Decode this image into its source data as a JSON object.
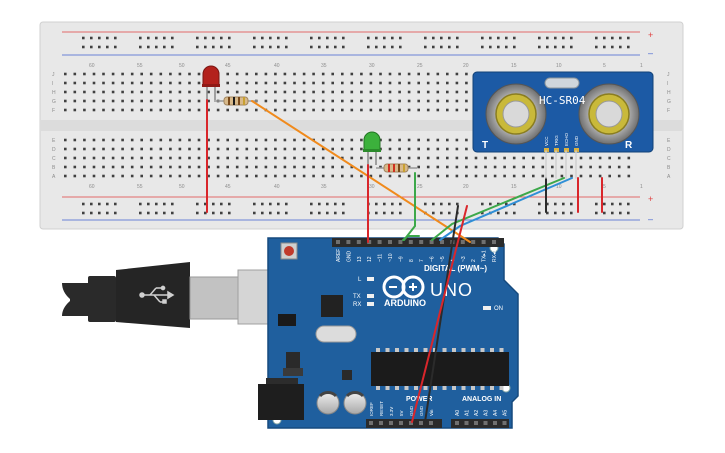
{
  "colors": {
    "breadboard": "#e6e6e6",
    "breadboard_edge": "#d2d2d2",
    "hole": "#3c3c3c",
    "rail_red": "#e04040",
    "rail_blue": "#4060d0",
    "arduino": "#1f5f9e",
    "arduino_dark": "#164a7e",
    "sensor": "#1c5aa5",
    "wire_red": "#d9262b",
    "wire_black": "#2b2b2b",
    "wire_orange": "#f08a1c",
    "wire_green": "#3ca84a",
    "wire_blue": "#2f8fd6",
    "led_red": "#b3211c",
    "led_green": "#3cb13c",
    "usb_black": "#2a2a2a",
    "usb_gray": "#bfbfbf"
  },
  "breadboard": {
    "rail_plus": "+",
    "rail_minus": "–",
    "column_numbers": [
      "60",
      "55",
      "50",
      "45",
      "40",
      "35",
      "30",
      "25",
      "20",
      "15",
      "10",
      "5",
      "1"
    ],
    "row_letters_top": [
      "J",
      "I",
      "H",
      "G",
      "F"
    ],
    "row_letters_bottom": [
      "E",
      "D",
      "C",
      "B",
      "A"
    ]
  },
  "sensor": {
    "label": "HC-SR04",
    "left_mark": "T",
    "right_mark": "R",
    "pins": [
      "VCC",
      "TRIG",
      "ECHO",
      "GND"
    ]
  },
  "arduino": {
    "logo_text": "ARDUINO",
    "model": "UNO",
    "digital_label": "DIGITAL (PWM~)",
    "power_label": "POWER",
    "analog_label": "ANALOG IN",
    "on_label": "ON",
    "led_labels": [
      "L",
      "TX",
      "RX"
    ],
    "digital_pins": [
      "AREF",
      "GND",
      "13",
      "12",
      "~11",
      "~10",
      "~9",
      "8",
      "7",
      "~6",
      "~5",
      "4",
      "~3",
      "2",
      "TX▸1",
      "RX◂0"
    ],
    "power_pins": [
      "IOREF",
      "RESET",
      "3.3V",
      "5V",
      "GND",
      "GND",
      "Vin"
    ],
    "analog_pins": [
      "A0",
      "A1",
      "A2",
      "A3",
      "A4",
      "A5"
    ]
  }
}
